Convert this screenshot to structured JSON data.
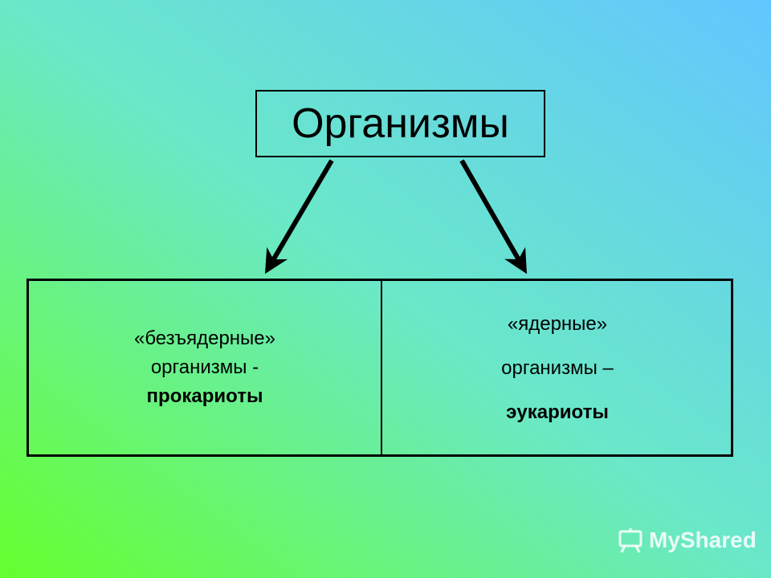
{
  "diagram": {
    "root": "Организмы",
    "left": {
      "line1": "«безъядерные»",
      "line2": "организмы -",
      "term": "прокариоты"
    },
    "right": {
      "line1": "«ядерные»",
      "line2": "организмы –",
      "term": "эукариоты"
    }
  },
  "watermark": "MyShared"
}
